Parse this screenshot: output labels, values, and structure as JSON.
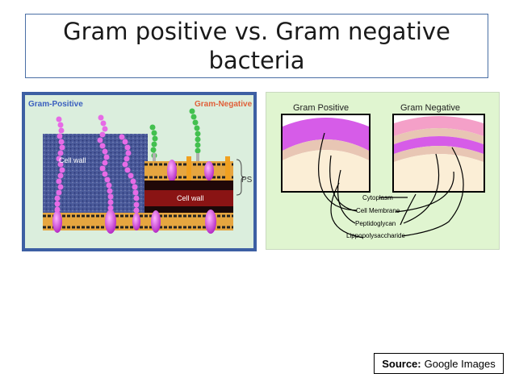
{
  "slide": {
    "title": "Gram positive vs. Gram negative bacteria",
    "source_label": "Source:",
    "source_value": "Google Images"
  },
  "left_figure": {
    "header_positive": "Gram-Positive",
    "header_negative": "Gram-Negative",
    "cell_wall_positive": "Cell wall",
    "cell_wall_negative": "Cell wall",
    "ps_label": "PS",
    "colors": {
      "positive_header": "#3a5fbf",
      "negative_header": "#e0603a",
      "teichoic": "#e66be6",
      "lps": "#43c04f"
    }
  },
  "right_figure": {
    "header_positive": "Gram Positive",
    "header_negative": "Gram Negative",
    "layers": [
      "Cytoplasm",
      "Cell Membrane",
      "Peptidoglycan",
      "Lippopolysaccharide"
    ],
    "colors": {
      "peptidoglycan": "#d65ce8",
      "membrane": "#e8c6b4",
      "cytoplasm": "#fbeed6",
      "lps": "#f4a0c8"
    }
  }
}
